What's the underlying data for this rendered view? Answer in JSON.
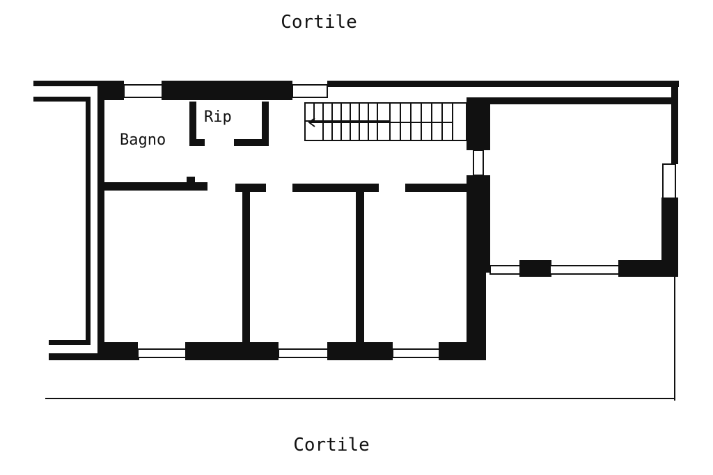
{
  "labels": {
    "courtyard_top": "Cortile",
    "courtyard_bottom": "Cortile",
    "bathroom": "Bagno",
    "storage": "Rip"
  },
  "colors": {
    "wall": "#111111",
    "background": "#ffffff"
  }
}
